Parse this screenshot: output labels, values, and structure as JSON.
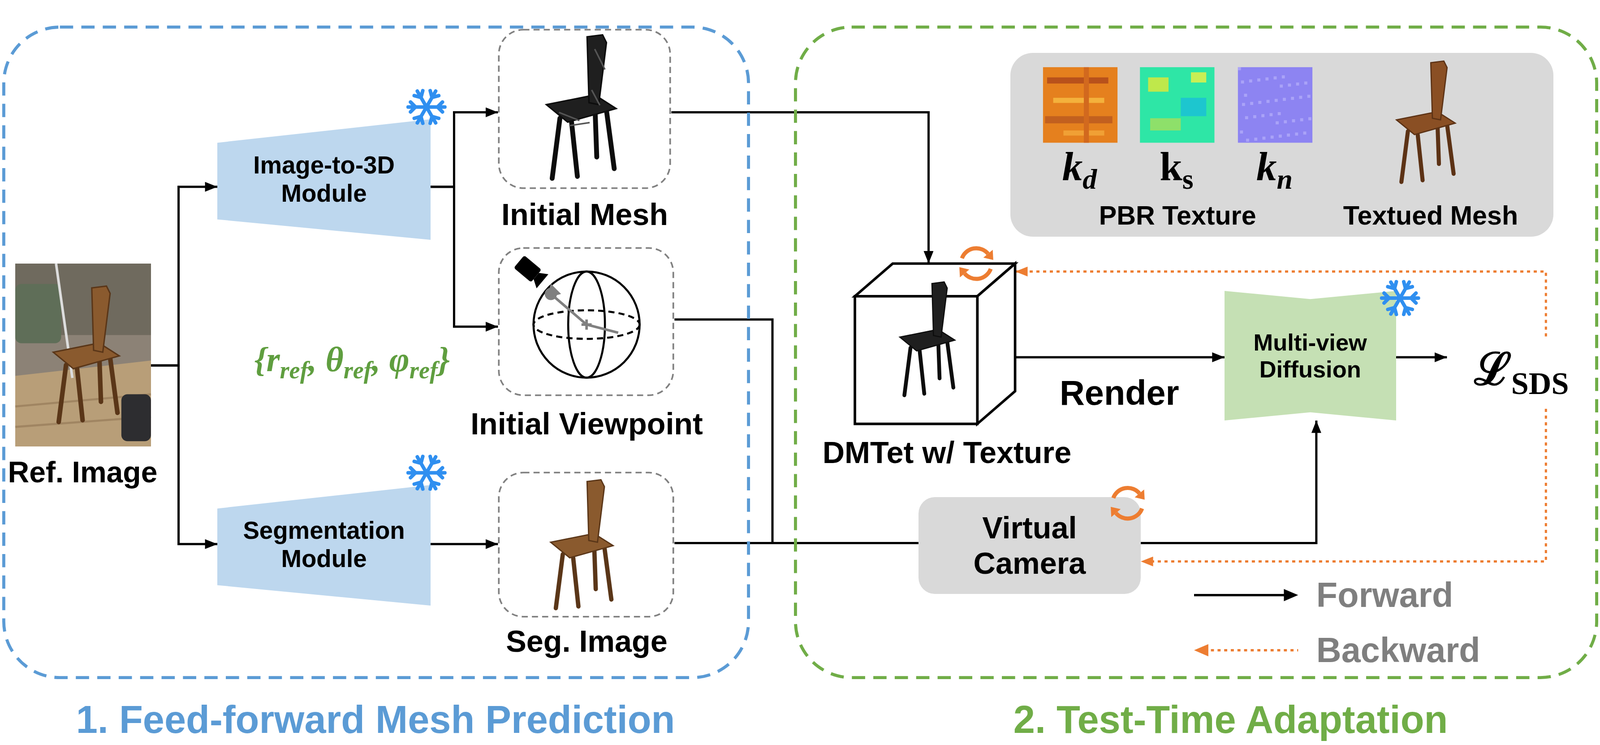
{
  "diagram": {
    "nodes": [
      {
        "text": [
          "1. Feed-forward Mesh Prediction"
        ]
      },
      {
        "text": [
          "Ref. Image"
        ],
        "in": 0
      },
      {
        "text": [
          "Image-to-3D Module"
        ],
        "in": 0
      },
      {
        "text": [
          "Segmentation Module"
        ],
        "in": 0
      },
      {
        "text": [
          "Initial Mesh"
        ],
        "in": 0
      },
      {
        "text": [
          "Initial Viewpoint"
        ],
        "in": 0
      },
      {
        "text": [
          "Seg. Image"
        ],
        "in": 0
      },
      {
        "text": [
          "2. Test-Time Adaptation"
        ]
      },
      {
        "text": [
          "kd",
          "ks",
          "kn",
          "PBR Texture",
          "Textued Mesh"
        ],
        "in": 7
      },
      {
        "text": [
          "DMTet w/ Texture"
        ],
        "in": 7
      },
      {
        "text": [
          "Multi-view Diffusion"
        ],
        "in": 7
      },
      {
        "text": [
          "ℒSDS"
        ],
        "in": 7
      },
      {
        "text": [
          "Virtual Camera"
        ],
        "in": 7
      }
    ],
    "edges": [
      {
        "from": 1,
        "to": 2,
        "arrow": "to"
      },
      {
        "from": 1,
        "to": 3,
        "arrow": "to"
      },
      {
        "from": 2,
        "to": 4,
        "arrow": "to"
      },
      {
        "from": 2,
        "to": 5,
        "arrow": "to"
      },
      {
        "from": 3,
        "to": 6,
        "arrow": "to"
      },
      {
        "from": 4,
        "to": 9,
        "arrow": "to"
      },
      {
        "from": 5,
        "to": 12,
        "arrow": "none"
      },
      {
        "from": 6,
        "to": 12,
        "arrow": "none"
      },
      {
        "from": 9,
        "to": 10,
        "label": "Render",
        "arrow": "to"
      },
      {
        "from": 12,
        "to": 10,
        "arrow": "to"
      },
      {
        "from": 10,
        "to": 11,
        "arrow": "to"
      },
      {
        "from": 11,
        "to": 9,
        "arrow": "to"
      },
      {
        "from": 11,
        "to": 12,
        "arrow": "to"
      }
    ],
    "labels": [
      "{rref, θref, φref}"
    ],
    "legend": [
      {
        "text": "Forward"
      },
      {
        "text": "Backward"
      }
    ]
  }
}
